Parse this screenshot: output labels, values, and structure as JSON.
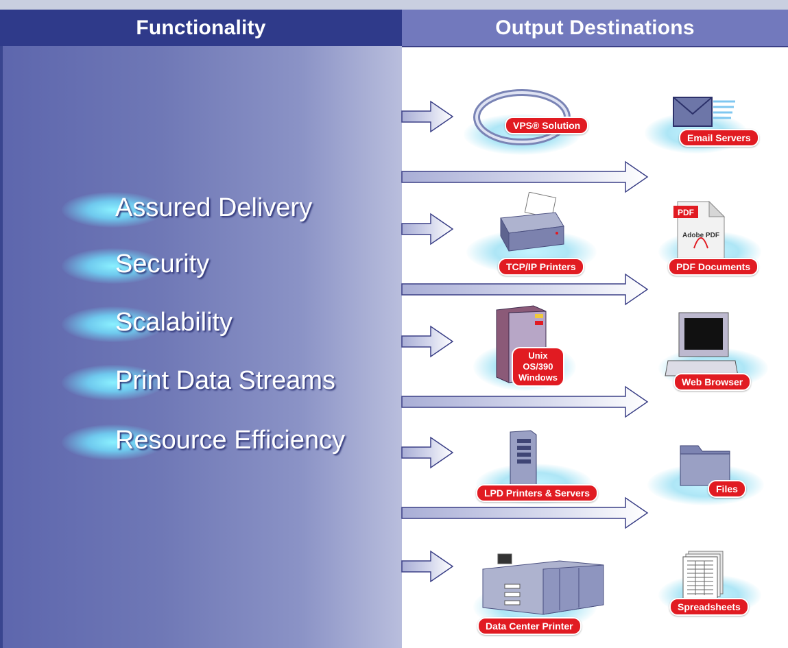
{
  "headers": {
    "functionality": "Functionality",
    "output_destinations": "Output Destinations"
  },
  "functionality_items": [
    "Assured Delivery",
    "Security",
    "Scalability",
    "Print Data Streams",
    "Resource Efficiency"
  ],
  "sources": {
    "vps": "VPS® Solution",
    "tcpip": "TCP/IP Printers",
    "os_lines": [
      "Unix",
      "OS/390",
      "Windows"
    ],
    "lpd": "LPD Printers & Servers",
    "datacenter": "Data Center Printer"
  },
  "destinations": {
    "email": "Email Servers",
    "pdf": "PDF Documents",
    "pdf_icon_text": "PDF",
    "pdf_adobe_text": "Adobe PDF",
    "web": "Web Browser",
    "files": "Files",
    "spreadsheets": "Spreadsheets"
  },
  "colors": {
    "header_left": "#2f3a8a",
    "header_right": "#7279bd",
    "label_red": "#e11b22",
    "arrow_stroke": "#3a3f86"
  }
}
